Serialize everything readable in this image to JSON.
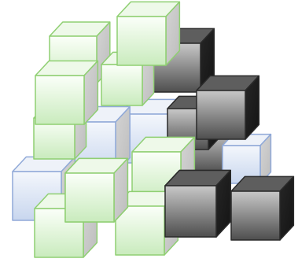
{
  "illustration": {
    "palette": {
      "green": {
        "top": "#eef9e9",
        "front_top": "#fbfff9",
        "front_bottom": "#c9ebbd",
        "side": "#d4d4d4",
        "stroke": "#8fcf72"
      },
      "blue": {
        "top": "#eef2f9",
        "front_top": "#f4f7fc",
        "front_bottom": "#c8d6ee",
        "side": "#d4d4d4",
        "stroke": "#90a9d8"
      },
      "dark": {
        "top": "#5e5e5e",
        "front_top": "#c8c8c8",
        "front_bottom": "#4e4e4e",
        "side": "#262626",
        "stroke": "#2a2a2a"
      }
    },
    "cubes": [
      {
        "color": "blue"
      },
      {
        "color": "dark"
      },
      {
        "color": "blue"
      },
      {
        "color": "dark"
      },
      {
        "color": "blue"
      },
      {
        "color": "blue"
      },
      {
        "color": "dark"
      },
      {
        "color": "green"
      },
      {
        "color": "green"
      },
      {
        "color": "green"
      },
      {
        "color": "green"
      },
      {
        "color": "green"
      },
      {
        "color": "green"
      },
      {
        "color": "dark"
      },
      {
        "color": "green"
      },
      {
        "color": "dark"
      },
      {
        "color": "green"
      },
      {
        "color": "green"
      },
      {
        "color": "green"
      },
      {
        "color": "dark"
      },
      {
        "color": "dark"
      }
    ]
  }
}
